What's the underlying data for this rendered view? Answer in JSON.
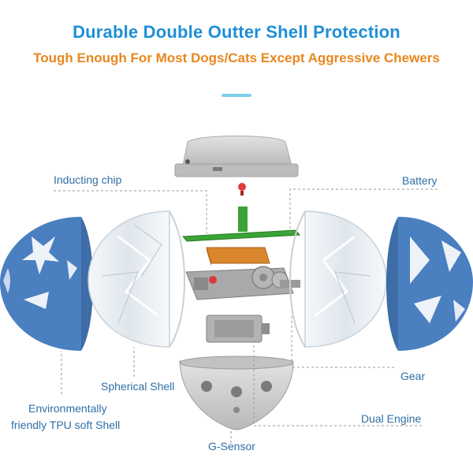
{
  "header": {
    "title": "Durable Double Outter Shell Protection",
    "subtitle": "Tough Enough For Most Dogs/Cats Except Aggressive Chewers"
  },
  "labels": {
    "inducting_chip": "Inducting chip",
    "battery": "Battery",
    "spherical_shell": "Spherical Shell",
    "gear": "Gear",
    "tpu_line1": "Environmentally",
    "tpu_line2": "friendly TPU soft Shell",
    "dual_engine": "Dual Engine",
    "g_sensor": "G-Sensor"
  },
  "colors": {
    "title": "#1e8fd6",
    "subtitle": "#e8871e",
    "accent_bar": "#7fd0ee",
    "label_text": "#2f6fa6",
    "blue_shell": "#4a7fc0",
    "clear_shell": "#dbe3ea",
    "grey_module": "#c9c9c9",
    "pcb": "#3aa335",
    "battery": "#d9862c",
    "leader_line": "#9a9a9a"
  }
}
